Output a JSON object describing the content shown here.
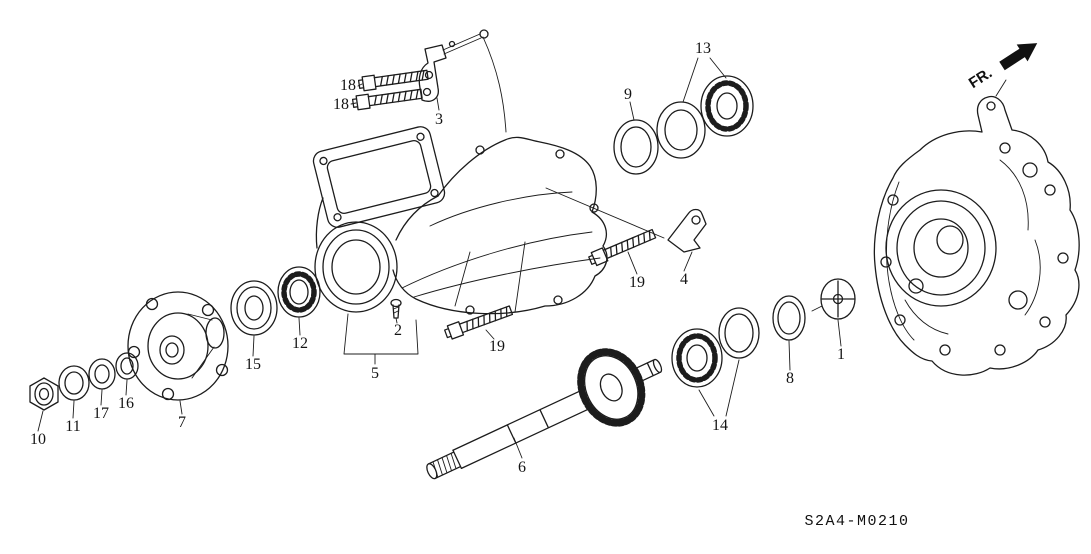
{
  "diagram": {
    "code": "S2A4-M0210",
    "direction_label": "FR.",
    "labels": [
      {
        "text": "18"
      },
      {
        "text": "18"
      },
      {
        "text": "3"
      },
      {
        "text": "13"
      },
      {
        "text": "9"
      },
      {
        "text": "19"
      },
      {
        "text": "4"
      },
      {
        "text": "2"
      },
      {
        "text": "19"
      },
      {
        "text": "5"
      },
      {
        "text": "15"
      },
      {
        "text": "12"
      },
      {
        "text": "7"
      },
      {
        "text": "16"
      },
      {
        "text": "17"
      },
      {
        "text": "11"
      },
      {
        "text": "10"
      },
      {
        "text": "6"
      },
      {
        "text": "1"
      },
      {
        "text": "8"
      },
      {
        "text": "14"
      }
    ]
  }
}
